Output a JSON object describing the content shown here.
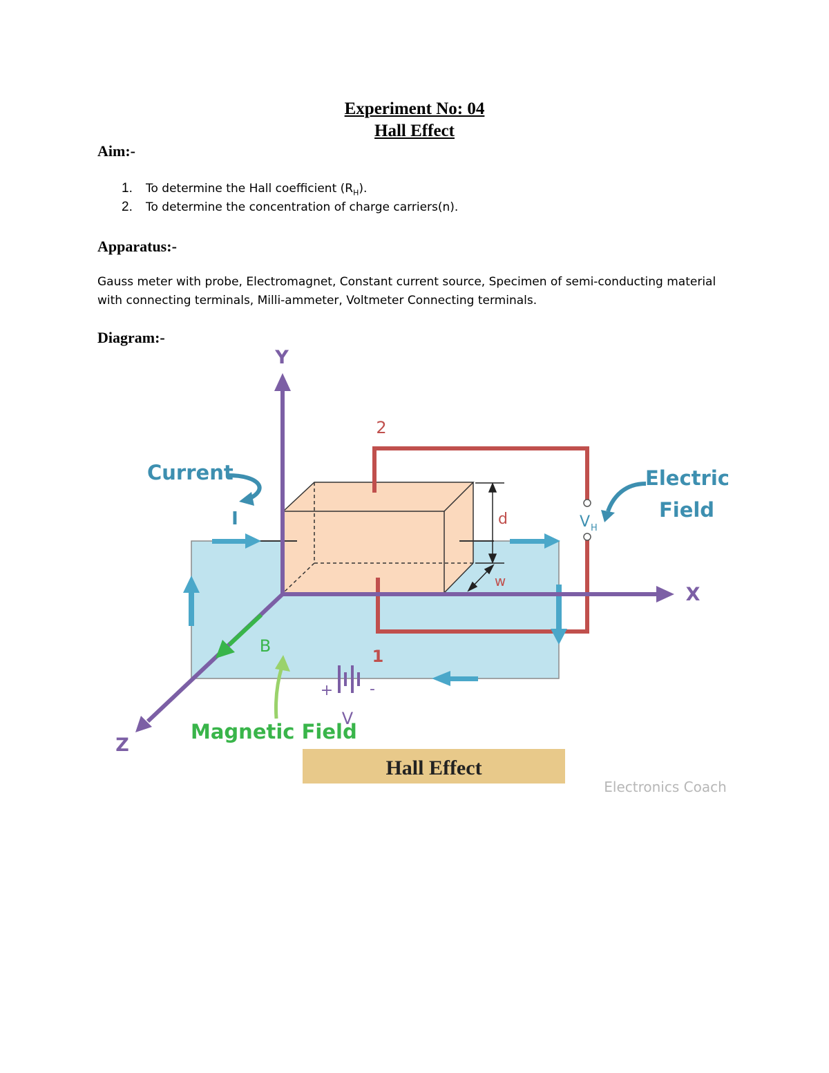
{
  "header": {
    "experiment": "Experiment No: 04",
    "title": "Hall Effect"
  },
  "aim": {
    "heading": "Aim:-",
    "items": [
      {
        "num": "1.",
        "text": "To determine the Hall coefficient (R",
        "sub": "H",
        "suffix": ")."
      },
      {
        "num": "2.",
        "text": "To determine the concentration of charge carriers(n)."
      }
    ]
  },
  "apparatus": {
    "heading": "Apparatus:-",
    "text": "Gauss meter with probe, Electromagnet, Constant current source, Specimen of semi-conducting material with connecting terminals, Milli-ammeter, Voltmeter Connecting terminals."
  },
  "diagram": {
    "heading": "Diagram:-",
    "axis_y": "Y",
    "axis_x": "X",
    "axis_z": "Z",
    "current_label": "Current",
    "current_symbol": "I",
    "terminal_2": "2",
    "terminal_1": "1",
    "dim_d": "d",
    "dim_w": "w",
    "hall_voltage": "V",
    "hall_voltage_sub": "H",
    "electric_field_line1": "Electric",
    "electric_field_line2": "Field",
    "b_label": "B",
    "battery_plus": "+",
    "battery_minus": "-",
    "battery_v": "V",
    "magnetic_field_label": "Magnetic Field",
    "banner_title": "Hall Effect",
    "watermark": "Electronics Coach",
    "colors": {
      "axis": "#7c5fa5",
      "circuit": "#c0504d",
      "plate": "#bfe3ee",
      "block": "#fbd9bd",
      "current_arrow": "#4aa7c9",
      "label_blue": "#3d8fb0",
      "magnetic": "#39b54a",
      "banner": "#e8c98a"
    }
  }
}
